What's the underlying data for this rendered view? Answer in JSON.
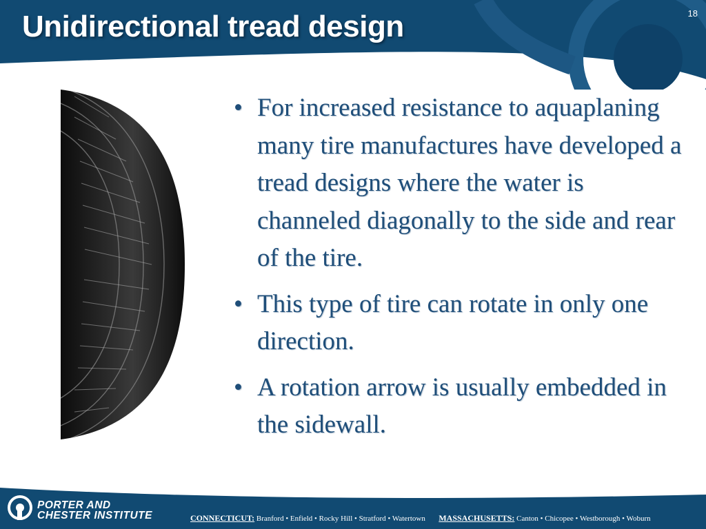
{
  "slide": {
    "title": "Unidirectional tread design",
    "number": "18"
  },
  "bullets": [
    "For increased resistance to aquaplaning many tire manufactures have developed a tread designs where the water is channeled diagonally to the side and rear of the tire.",
    "This type of tire can rotate in only one direction.",
    "A rotation arrow is usually embedded in the sidewall."
  ],
  "footer": {
    "logo_line1": "PORTER AND",
    "logo_line2": "CHESTER INSTITUTE",
    "ct_label": "CONNECTICUT:",
    "ct_towns": "Branford • Enfield • Rocky Hill • Stratford • Watertown",
    "ma_label": "MASSACHUSETTS:",
    "ma_towns": "Canton • Chicopee • Westborough • Woburn"
  },
  "colors": {
    "brand_navy": "#114a72",
    "bullet_text": "#1f4e79"
  },
  "icons": {
    "logo": "pc-logo-icon"
  }
}
